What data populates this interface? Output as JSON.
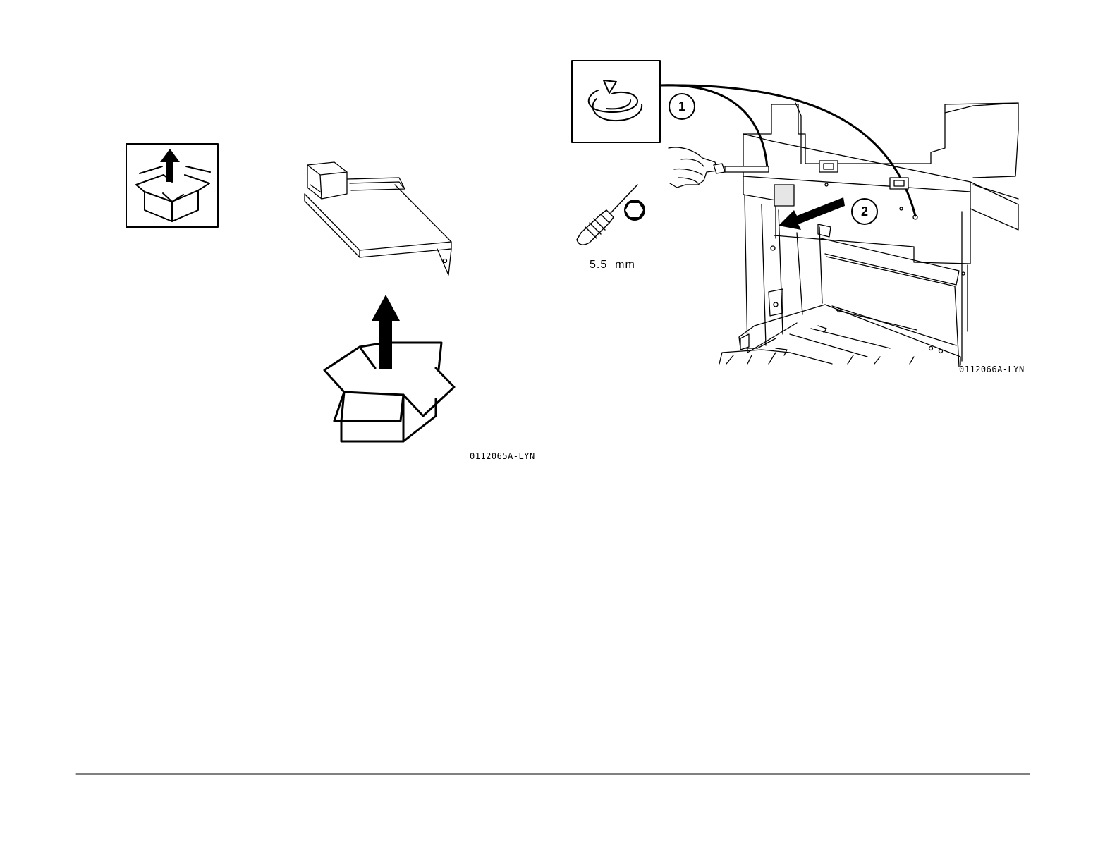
{
  "figure_left": {
    "id_label": "0112065A-LYN",
    "icon": "unpack-box-icon"
  },
  "figure_right": {
    "id_label": "0112066A-LYN",
    "callouts": [
      "1",
      "2"
    ],
    "tool_size": "5.5  mm",
    "icons": [
      "rotate-counterclockwise-icon",
      "screwdriver-icon",
      "hex-bit-icon"
    ]
  }
}
